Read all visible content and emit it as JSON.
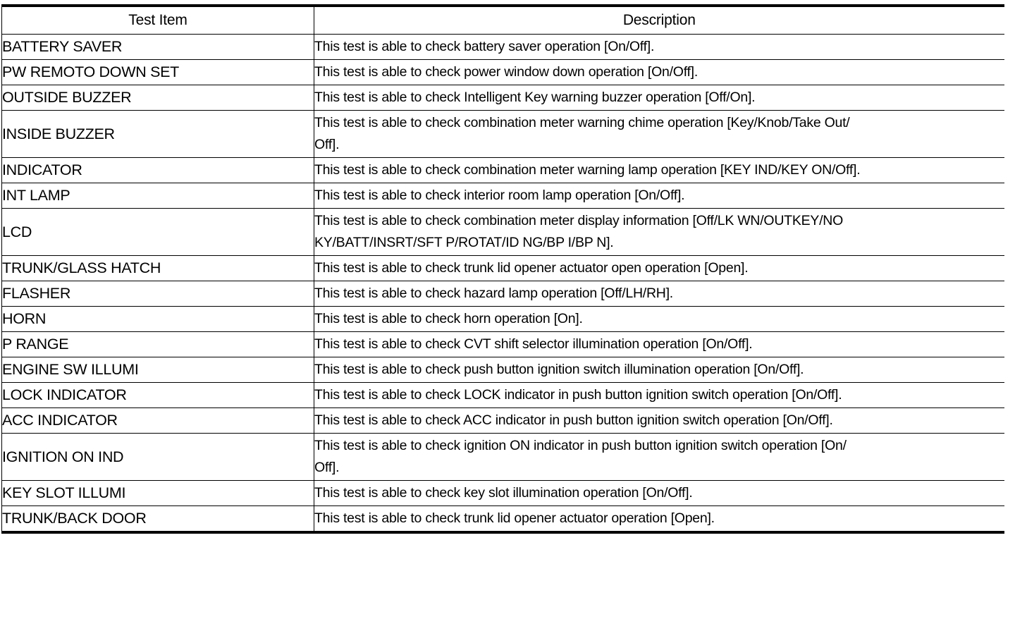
{
  "table": {
    "columns": [
      {
        "key": "test_item",
        "header": "Test Item"
      },
      {
        "key": "description",
        "header": "Description"
      }
    ],
    "rows": [
      {
        "test_item": "BATTERY SAVER",
        "description": "This test is able to check battery saver operation [On/Off].",
        "lines": 1
      },
      {
        "test_item": "PW REMOTO DOWN SET",
        "description": "This test is able to check power window down operation [On/Off].",
        "lines": 1
      },
      {
        "test_item": "OUTSIDE BUZZER",
        "description": "This test is able to check Intelligent Key warning buzzer operation [Off/On].",
        "lines": 1
      },
      {
        "test_item": "INSIDE BUZZER",
        "description": "This test is able to check combination meter warning chime operation [Key/Knob/Take Out/ Off].",
        "description_line_1": "This test is able to check combination meter warning chime operation [Key/Knob/Take Out/",
        "description_line_2": "Off].",
        "lines": 2
      },
      {
        "test_item": "INDICATOR",
        "description": "This test is able to check combination meter warning lamp operation [KEY IND/KEY ON/Off].",
        "lines": 1
      },
      {
        "test_item": "INT LAMP",
        "description": "This test is able to check interior room lamp operation [On/Off].",
        "lines": 1
      },
      {
        "test_item": "LCD",
        "description": "This test is able to check combination meter display information [Off/LK WN/OUTKEY/NO KY/BATT/INSRT/SFT P/ROTAT/ID NG/BP I/BP N].",
        "description_line_1": "This test is able to check combination meter display information [Off/LK WN/OUTKEY/NO",
        "description_line_2": "KY/BATT/INSRT/SFT P/ROTAT/ID NG/BP I/BP N].",
        "lines": 2
      },
      {
        "test_item": "TRUNK/GLASS HATCH",
        "description": "This test is able to check trunk lid opener actuator open operation [Open].",
        "lines": 1
      },
      {
        "test_item": "FLASHER",
        "description": "This test is able to check hazard lamp operation [Off/LH/RH].",
        "lines": 1
      },
      {
        "test_item": "HORN",
        "description": "This test is able to check horn operation [On].",
        "lines": 1
      },
      {
        "test_item": "P RANGE",
        "description": "This test is able to check CVT shift selector illumination operation [On/Off].",
        "lines": 1
      },
      {
        "test_item": "ENGINE SW ILLUMI",
        "description": "This test is able to check push button ignition switch illumination operation [On/Off].",
        "lines": 1
      },
      {
        "test_item": "LOCK INDICATOR",
        "description": "This test is able to check LOCK indicator in push button ignition switch operation [On/Off].",
        "lines": 1
      },
      {
        "test_item": "ACC INDICATOR",
        "description": "This test is able to check ACC indicator in push button ignition switch operation [On/Off].",
        "lines": 1
      },
      {
        "test_item": "IGNITION ON IND",
        "description": "This test is able to check ignition ON indicator in push button ignition switch operation [On/ Off].",
        "description_line_1": "This test is able to check ignition ON indicator in push button ignition switch operation [On/",
        "description_line_2": "Off].",
        "lines": 2
      },
      {
        "test_item": "KEY SLOT ILLUMI",
        "description": "This test is able to check key slot illumination operation [On/Off].",
        "lines": 1
      },
      {
        "test_item": "TRUNK/BACK DOOR",
        "description": "This test is able to check trunk lid opener actuator operation [Open].",
        "lines": 1
      }
    ]
  }
}
